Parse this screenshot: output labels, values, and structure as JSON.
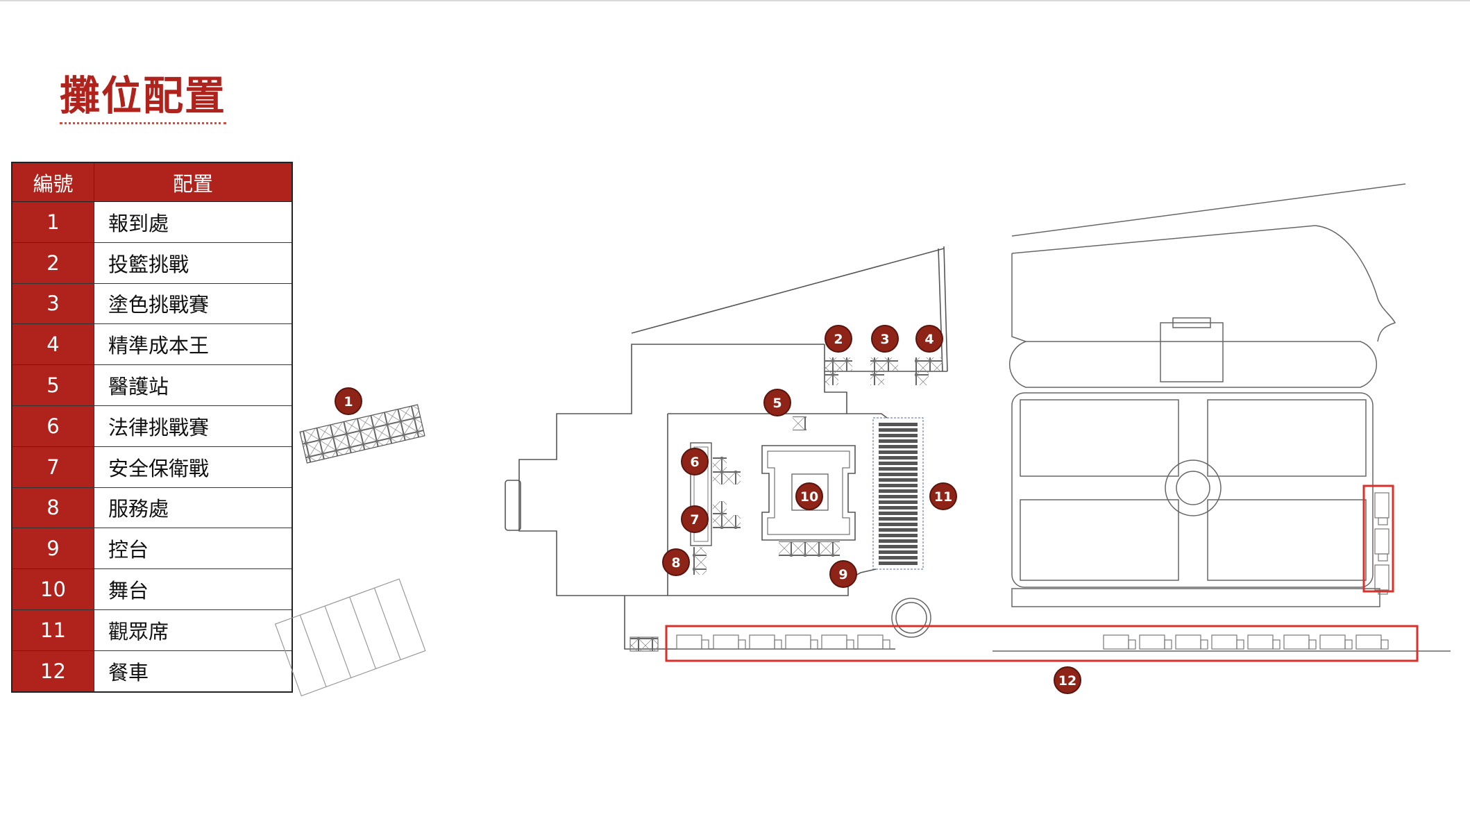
{
  "title": "攤位配置",
  "legend": {
    "header_number": "編號",
    "header_layout": "配置",
    "rows": [
      {
        "number": "1",
        "name": "報到處"
      },
      {
        "number": "2",
        "name": "投籃挑戰"
      },
      {
        "number": "3",
        "name": "塗色挑戰賽"
      },
      {
        "number": "4",
        "name": "精準成本王"
      },
      {
        "number": "5",
        "name": "醫護站"
      },
      {
        "number": "6",
        "name": "法律挑戰賽"
      },
      {
        "number": "7",
        "name": "安全保衛戰"
      },
      {
        "number": "8",
        "name": "服務處"
      },
      {
        "number": "9",
        "name": "控台"
      },
      {
        "number": "10",
        "name": "舞台"
      },
      {
        "number": "11",
        "name": "觀眾席"
      },
      {
        "number": "12",
        "name": "餐車"
      }
    ]
  },
  "markers": [
    "1",
    "2",
    "3",
    "4",
    "5",
    "6",
    "7",
    "8",
    "9",
    "10",
    "11",
    "12"
  ],
  "colors": {
    "accent": "#b0221c",
    "marker": "#8e2418",
    "highlight": "#d9302a",
    "line": "#555555"
  }
}
